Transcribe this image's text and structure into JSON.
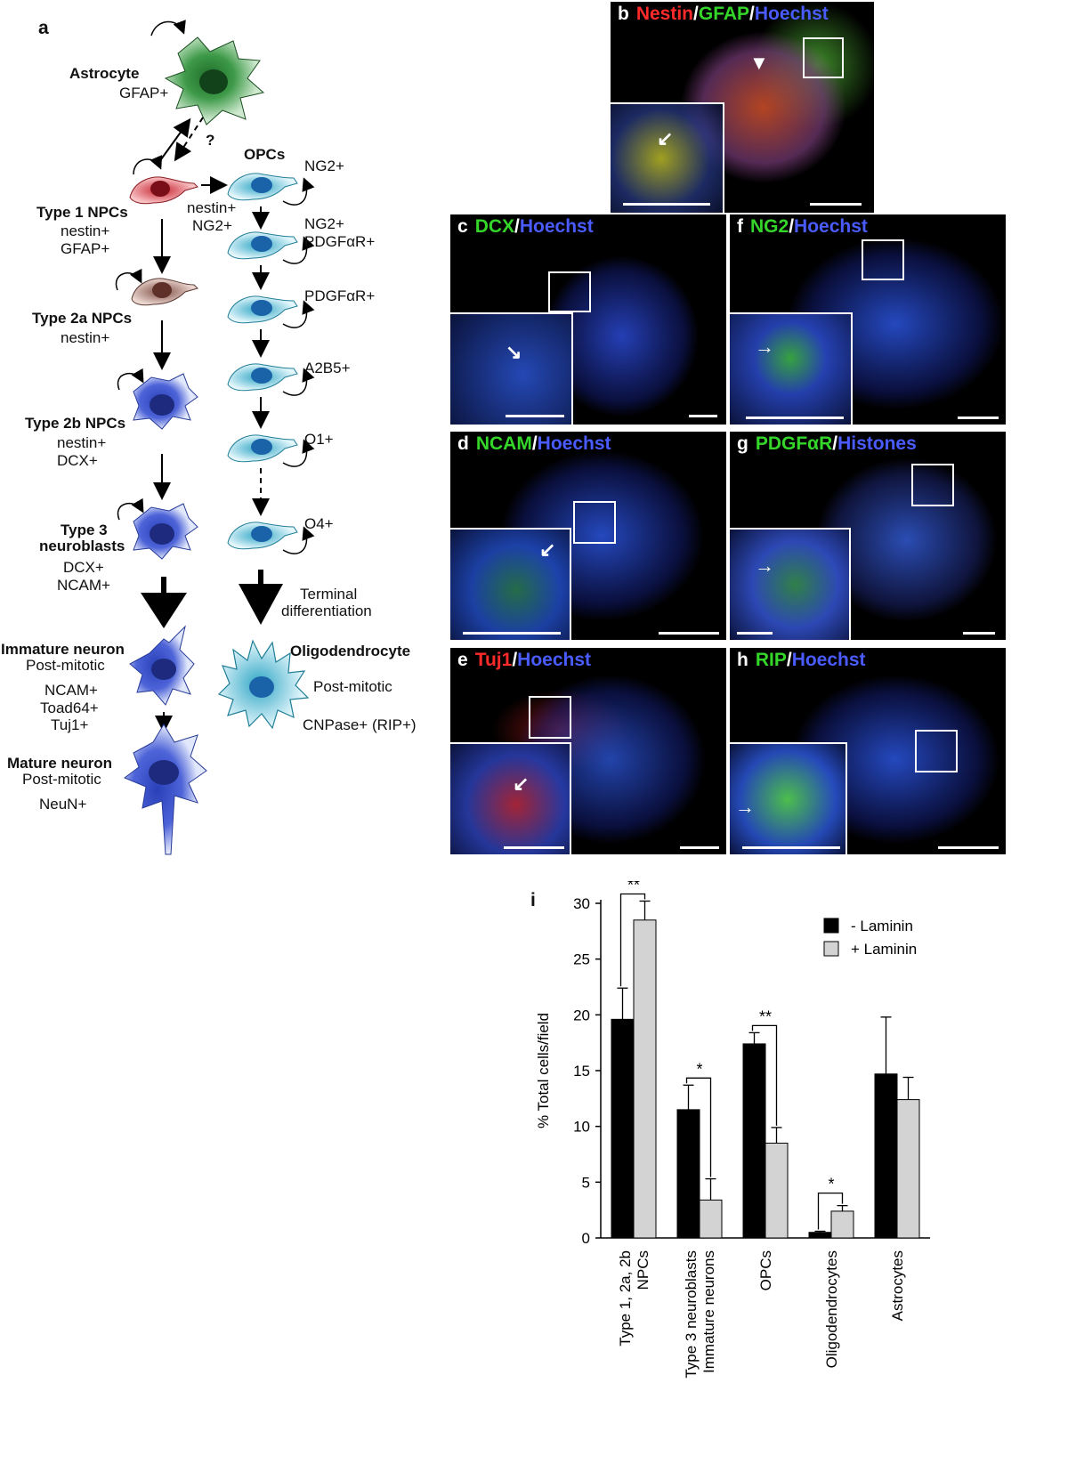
{
  "panel_a": {
    "letter": "a",
    "astrocyte": {
      "name": "Astrocyte",
      "marker": "GFAP+"
    },
    "question": "?",
    "type1": {
      "name": "Type 1 NPCs",
      "m1": "nestin+",
      "m2": "GFAP+"
    },
    "type2a": {
      "name": "Type 2a NPCs",
      "m1": "nestin+"
    },
    "type2b": {
      "name": "Type 2b NPCs",
      "m1": "nestin+",
      "m2": "DCX+"
    },
    "type3": {
      "name1": "Type 3",
      "name2": "neuroblasts",
      "m1": "DCX+",
      "m2": "NCAM+"
    },
    "opc_title": "OPCs",
    "opc_entry": {
      "m1": "nestin+",
      "m2": "NG2+"
    },
    "opc_stages": [
      "NG2+",
      "NG2+",
      "PDGFαR+",
      "PDGFαR+",
      "A2B5+",
      "O1+",
      "O4+"
    ],
    "terminal1": "Terminal",
    "terminal2": "differentiation",
    "immature": {
      "name": "Immature neuron",
      "state": "Post-mitotic",
      "m1": "NCAM+",
      "m2": "Toad64+",
      "m3": "Tuj1+"
    },
    "mature": {
      "name": "Mature neuron",
      "state": "Post-mitotic",
      "m1": "NeuN+"
    },
    "oligo": {
      "name": "Oligodendrocyte",
      "state": "Post-mitotic",
      "m1": "CNPase+ (RIP+)"
    }
  },
  "micrographs": {
    "b": {
      "letter": "b",
      "parts": [
        {
          "t": "Nestin",
          "c": "#ff2a2a"
        },
        {
          "t": "/",
          "c": "#ffffff"
        },
        {
          "t": "GFAP",
          "c": "#35d62a"
        },
        {
          "t": "/",
          "c": "#ffffff"
        },
        {
          "t": "Hoechst",
          "c": "#4a5bff"
        }
      ]
    },
    "c": {
      "letter": "c",
      "parts": [
        {
          "t": "DCX",
          "c": "#35d62a"
        },
        {
          "t": "/",
          "c": "#ffffff"
        },
        {
          "t": "Hoechst",
          "c": "#4a5bff"
        }
      ]
    },
    "d": {
      "letter": "d",
      "parts": [
        {
          "t": "NCAM",
          "c": "#35d62a"
        },
        {
          "t": "/",
          "c": "#ffffff"
        },
        {
          "t": "Hoechst",
          "c": "#4a5bff"
        }
      ]
    },
    "e": {
      "letter": "e",
      "parts": [
        {
          "t": "Tuj1",
          "c": "#ff2a2a"
        },
        {
          "t": "/",
          "c": "#ffffff"
        },
        {
          "t": "Hoechst",
          "c": "#4a5bff"
        }
      ]
    },
    "f": {
      "letter": "f",
      "parts": [
        {
          "t": "NG2",
          "c": "#35d62a"
        },
        {
          "t": "/",
          "c": "#ffffff"
        },
        {
          "t": "Hoechst",
          "c": "#4a5bff"
        }
      ]
    },
    "g": {
      "letter": "g",
      "parts": [
        {
          "t": "PDGFαR",
          "c": "#35d62a"
        },
        {
          "t": "/",
          "c": "#ffffff"
        },
        {
          "t": "Histones",
          "c": "#4a5bff"
        }
      ]
    },
    "h": {
      "letter": "h",
      "parts": [
        {
          "t": "RIP",
          "c": "#35d62a"
        },
        {
          "t": "/",
          "c": "#ffffff"
        },
        {
          "t": "Hoechst",
          "c": "#4a5bff"
        }
      ]
    }
  },
  "chart_data": {
    "panel": "i",
    "type": "bar",
    "ylabel": "% Total cells/field",
    "ylim": [
      0,
      30
    ],
    "yticks": [
      0,
      5,
      10,
      15,
      20,
      25,
      30
    ],
    "categories": [
      [
        "Type 1, 2a, 2b",
        "NPCs"
      ],
      [
        "Type 3 neuroblasts",
        "Immature neurons"
      ],
      [
        "OPCs"
      ],
      [
        "Oligodendrocytes"
      ],
      [
        "Astrocytes"
      ]
    ],
    "series": [
      {
        "name": "- Laminin",
        "color": "#000000",
        "values": [
          19.6,
          11.5,
          17.4,
          0.5,
          14.7
        ],
        "errors": [
          2.8,
          2.2,
          1.0,
          0.1,
          5.1
        ]
      },
      {
        "name": "+ Laminin",
        "color": "#d3d3d3",
        "values": [
          28.5,
          3.4,
          8.5,
          2.4,
          12.4
        ],
        "errors": [
          1.7,
          1.9,
          1.4,
          0.5,
          2.0
        ]
      }
    ],
    "significance": [
      "**",
      "*",
      "**",
      "*",
      ""
    ],
    "legend": "top-right"
  }
}
